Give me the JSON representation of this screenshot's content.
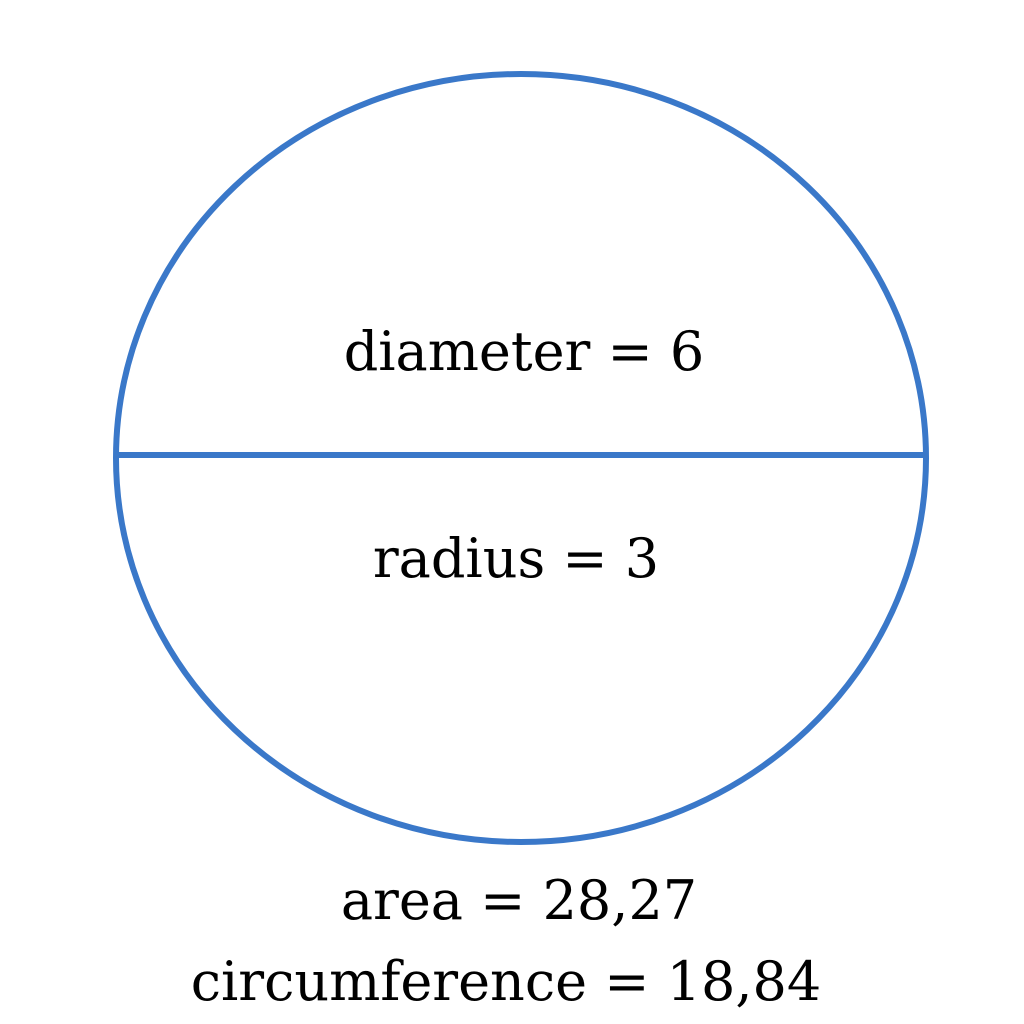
{
  "diagram": {
    "stroke_color": "#3a78c9",
    "text_color": "#000000",
    "background": "#ffffff",
    "labels": {
      "diameter": "diameter = 6",
      "radius": "radius = 3",
      "area": "area = 28,27",
      "circumference": "circumference = 18,84"
    }
  }
}
